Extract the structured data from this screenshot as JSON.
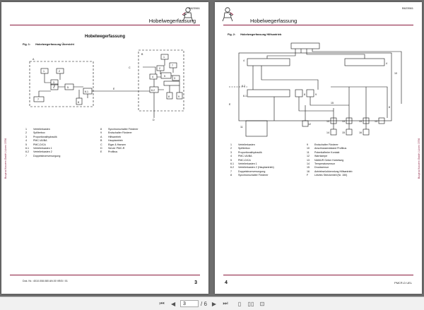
{
  "doc_id": "B623561",
  "header_title": "Hobelwegerfassung",
  "left_page": {
    "section_title": "Hobelwegerfassung",
    "fig_label_prefix": "Fig. 1:",
    "fig_label_text": "Hobelwegerfassung Übersicht",
    "legend_col1": [
      {
        "num": "1",
        "text": "Verteilerkasten"
      },
      {
        "num": "2",
        "text": "Spillterbox"
      },
      {
        "num": "3",
        "text": "Proportionalhydraulik"
      },
      {
        "num": "4",
        "text": "PMC-VA/BA"
      },
      {
        "num": "5",
        "text": "PMC-D/CA"
      },
      {
        "num": "6.1",
        "text": "Verteilerkasten 1"
      },
      {
        "num": "6.2",
        "text": "Verteilerkasten 2"
      },
      {
        "num": "7",
        "text": "Doppelstromversorgung"
      }
    ],
    "legend_col2": [
      {
        "num": "8",
        "text": "Synchronschalter Förderer"
      },
      {
        "num": "9",
        "text": "Endschalter Förderer"
      },
      {
        "num": "A",
        "text": "Hilfsantrieb"
      },
      {
        "num": "B",
        "text": "Hauptantrieb"
      },
      {
        "num": "C",
        "text": "Eigar & Hansen"
      },
      {
        "num": "D",
        "text": "Server PMC-R"
      },
      {
        "num": "E",
        "text": "Profibus"
      }
    ],
    "footer_text": "Dok. Nr.: 4010.008.080 AN.00        VBSI / 01",
    "page_number": "3",
    "side_note": "Bucyrus Konzern GmbH, Lünen 07/06"
  },
  "right_page": {
    "fig_label_prefix": "Fig. 2:",
    "fig_label_text": "Hobelwegerfassung Hilfsantrieb",
    "legend_col1": [
      {
        "num": "1",
        "text": "Verteilerkasten"
      },
      {
        "num": "2",
        "text": "Spillterbox"
      },
      {
        "num": "3",
        "text": "Proportionalhydraulik"
      },
      {
        "num": "4",
        "text": "PMC-VA/BA"
      },
      {
        "num": "5",
        "text": "PMC-D/CA"
      },
      {
        "num": "6.1",
        "text": "Verteilerkasten 1"
      },
      {
        "num": "6.2",
        "text": "Verteilerkasten 2 (Hauptantrieb)"
      },
      {
        "num": "7",
        "text": "Doppelstromversorgung"
      },
      {
        "num": "8",
        "text": "Synchronschalter Förderer"
      }
    ],
    "legend_col2": [
      {
        "num": "9",
        "text": "Endschalter Förderer"
      },
      {
        "num": "10",
        "text": "Anschlussendstand Profibus"
      },
      {
        "num": "11",
        "text": "Potentialfreier Kontakt"
      },
      {
        "num": "12",
        "text": "Warnlampe"
      },
      {
        "num": "13",
        "text": "NAMUR Geber Hobelweg"
      },
      {
        "num": "14",
        "text": "Temperatursensor"
      },
      {
        "num": "15",
        "text": "Drucksensor"
      },
      {
        "num": "16",
        "text": "Antriebsrückkennlung Hilfsantrieb"
      },
      {
        "num": "F",
        "text": "Letztes Streckenteil (Nr. 150)"
      }
    ],
    "page_number": "4",
    "brand": "PMC®-D UEL",
    "side_note": "Bucyrus Konzern GmbH, Lünen 07/06"
  },
  "toolbar": {
    "current_page": "3",
    "page_total": "/ 6",
    "first_icon": "first-page-icon",
    "prev_icon": "previous-page-icon",
    "next_icon": "next-page-icon",
    "last_icon": "last-page-icon"
  }
}
